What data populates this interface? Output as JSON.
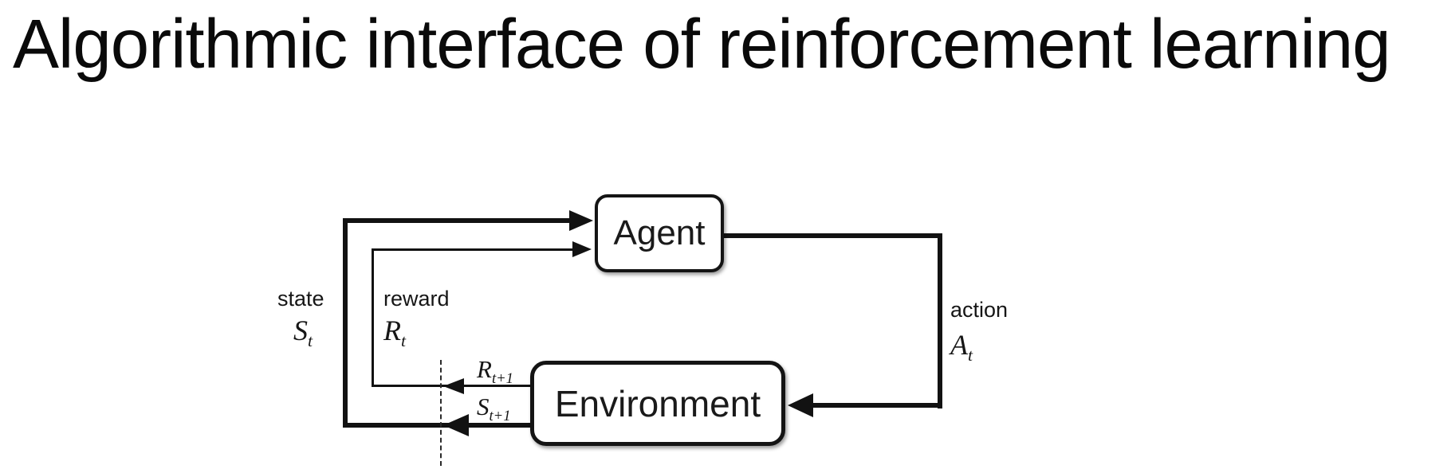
{
  "title": "Algorithmic interface of reinforcement learning",
  "colors": {
    "line": "#121212",
    "text": "#161616",
    "background": "#ffffff"
  },
  "diagram": {
    "agent_label": "Agent",
    "environment_label": "Environment",
    "state": {
      "word": "state",
      "symbol": "S",
      "subscript": "t"
    },
    "reward": {
      "word": "reward",
      "symbol": "R",
      "subscript": "t"
    },
    "action": {
      "word": "action",
      "symbol": "A",
      "subscript": "t"
    },
    "next_reward": {
      "symbol": "R",
      "subscript": "t+1"
    },
    "next_state": {
      "symbol": "S",
      "subscript": "t+1"
    }
  }
}
